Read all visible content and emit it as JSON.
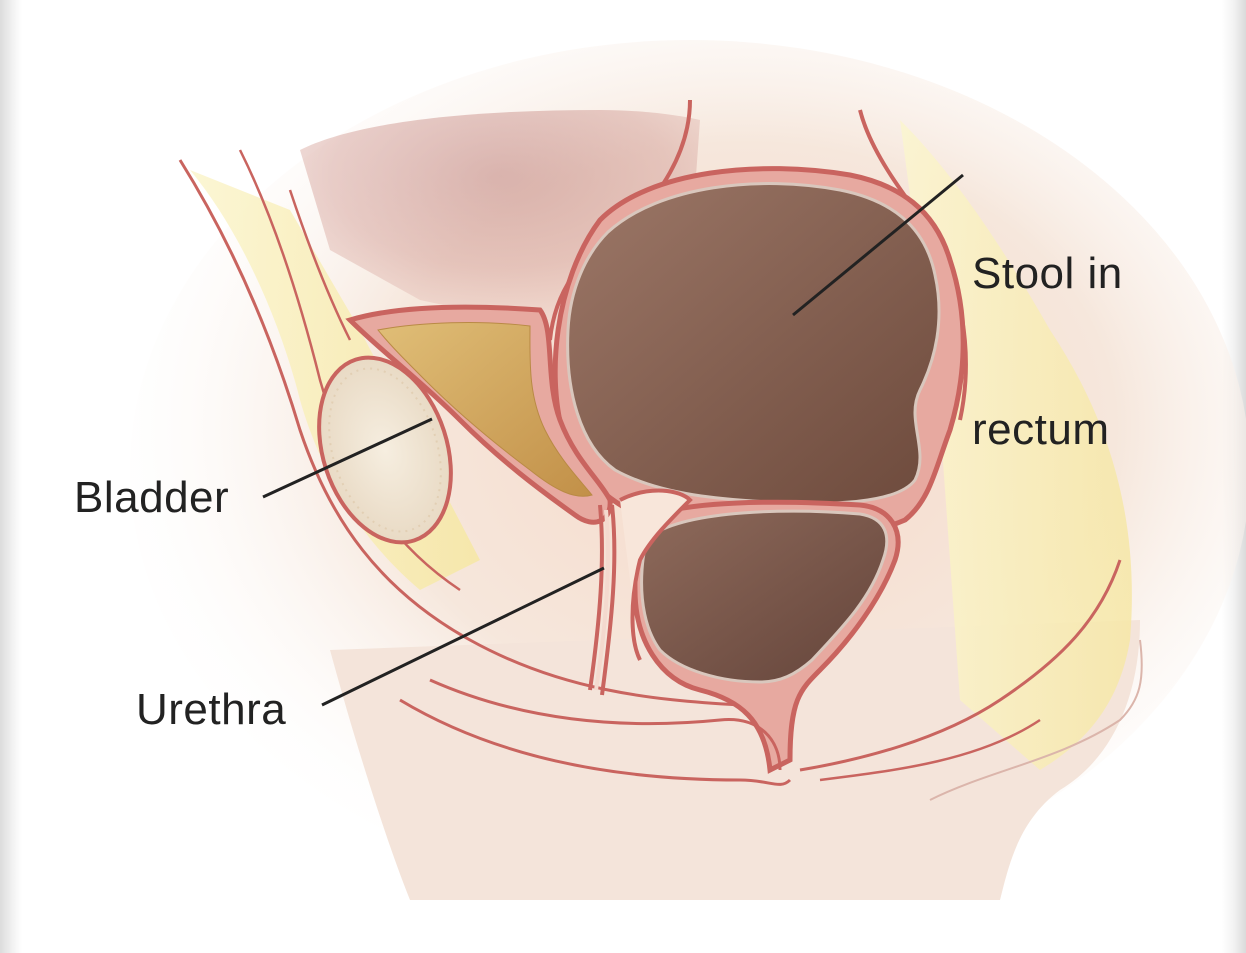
{
  "diagram": {
    "labels": {
      "stool_line1": "Stool in",
      "stool_line2": "rectum",
      "bladder": "Bladder",
      "urethra": "Urethra"
    },
    "colors": {
      "background": "#ffffff",
      "tissue_outline": "#c9645f",
      "tissue_fill": "#f2ddd2",
      "fat_yellow": "#f7efb8",
      "stool": "#7e5a4b",
      "urine": "#cfa35a",
      "bone": "#f1e6d4",
      "label_text": "#222222"
    }
  }
}
